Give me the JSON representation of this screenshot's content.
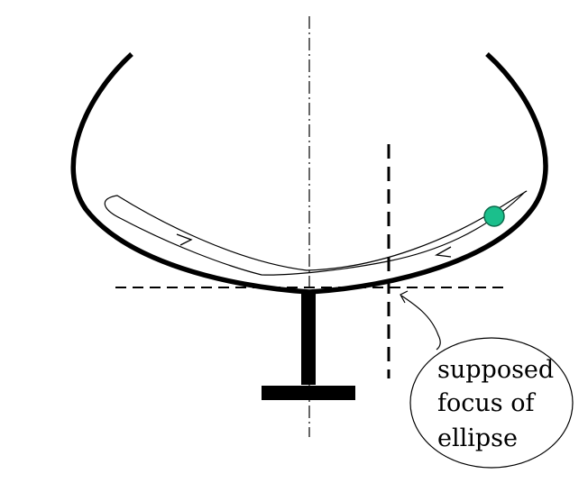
{
  "annotation": {
    "lines": [
      "supposed",
      "focus of",
      "ellipse"
    ]
  },
  "colors": {
    "line": "#000000",
    "ball": "#1bbf8c",
    "ball_outline": "#0c6b4c",
    "background": "#ffffff"
  },
  "icons": {
    "ball": "green-ball-icon",
    "arrow_right": "arrowhead-right-icon",
    "arrow_left": "arrowhead-left-icon"
  }
}
